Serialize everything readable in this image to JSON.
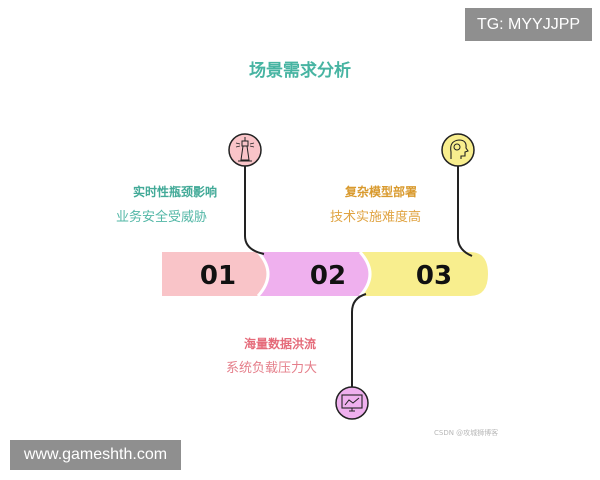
{
  "overlay": {
    "tg_badge": "TG: MYYJJPP",
    "site_badge": "www.gameshth.com"
  },
  "title": "场景需求分析",
  "steps": [
    {
      "number": "01",
      "heading": "实时性瓶颈影响",
      "subtext": "业务安全受威胁",
      "color": "#f9c4c8",
      "icon": "lighthouse-icon"
    },
    {
      "number": "02",
      "heading": "海量数据洪流",
      "subtext": "系统负载压力大",
      "color": "#efb0ee",
      "icon": "monitor-chart-icon"
    },
    {
      "number": "03",
      "heading": "复杂模型部署",
      "subtext": "技术实施难度高",
      "color": "#f8ee8e",
      "icon": "brain-gear-icon"
    }
  ],
  "colors": {
    "title": "#47b4a2",
    "step1_text": "#43aa98",
    "step2_text": "#e56b7a",
    "step3_text": "#d99a2e"
  },
  "watermark": "CSDN @攻城狮博客"
}
